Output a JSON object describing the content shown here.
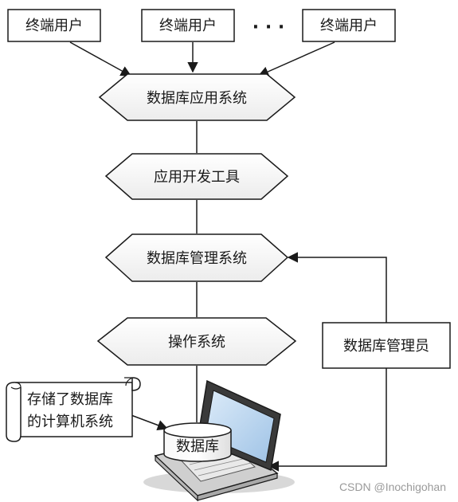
{
  "diagram": {
    "users": [
      "终端用户",
      "终端用户",
      "终端用户"
    ],
    "ellipsis": "· · ·",
    "layers": {
      "db_app_system": "数据库应用系统",
      "dev_tools": "应用开发工具",
      "dbms": "数据库管理系统",
      "os": "操作系统"
    },
    "dba": "数据库管理员",
    "scroll_note": [
      "存储了数据库",
      "的计算机系统"
    ],
    "database": "数据库"
  },
  "watermark": "CSDN @Inochigohan",
  "colors": {
    "stroke": "#1a1a1a",
    "layer_fill": "#f4f4f4",
    "screen": "#b9d7f2",
    "laptop_body": "#d0d0d0"
  }
}
